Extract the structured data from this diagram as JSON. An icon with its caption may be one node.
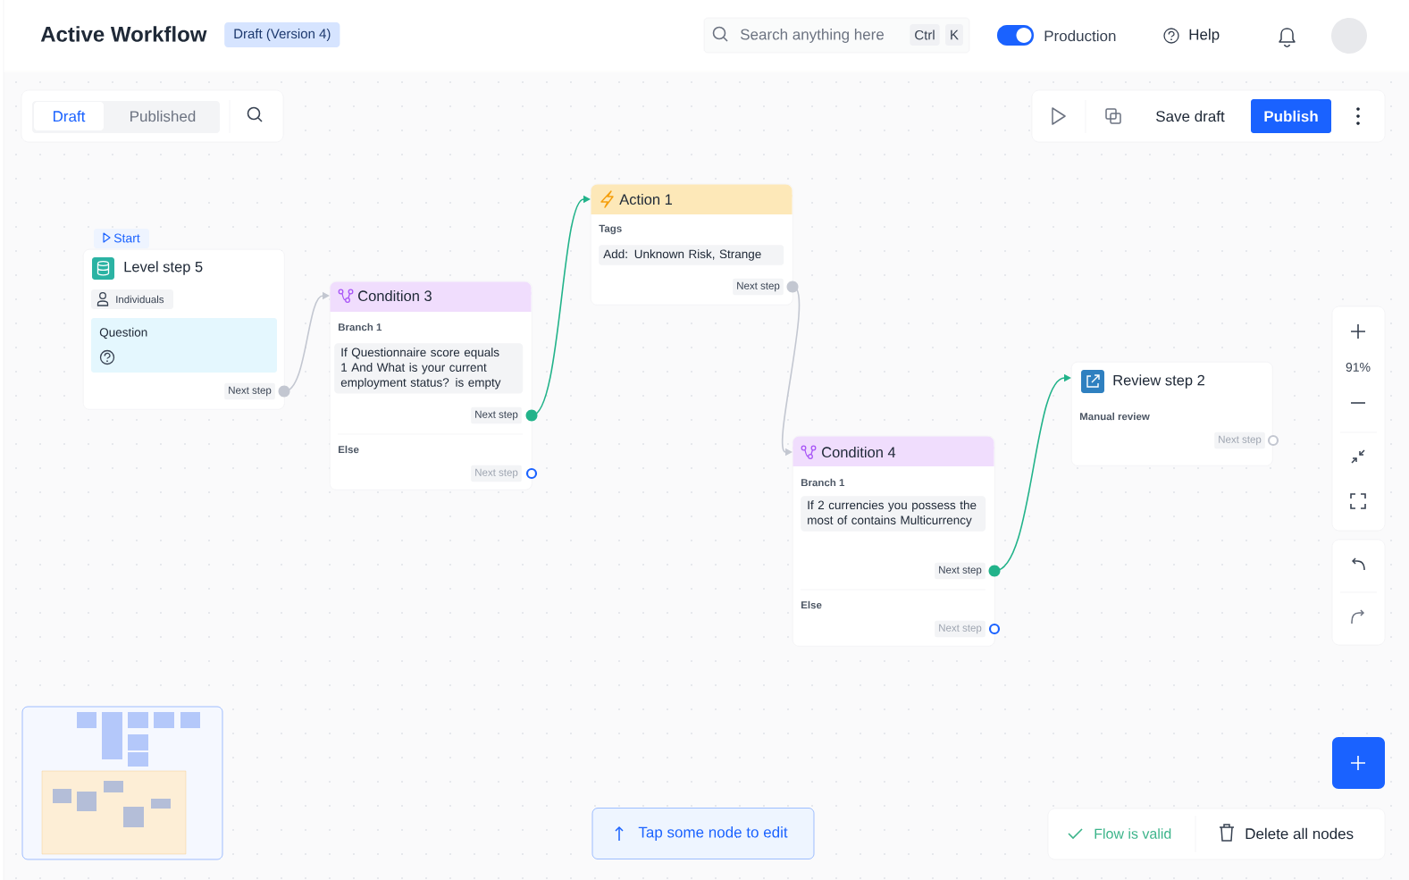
{
  "diagram": {
    "title": "Active Workflow",
    "nodes": [
      {
        "text": [
          "Level step 5",
          "Individuals",
          "Question",
          "Next step"
        ],
        "beside": [
          "Start"
        ]
      },
      {
        "text": [
          "Condition 3",
          "Branch 1",
          "If Questionnaire score equals 1 And What is your current employment status? is empty",
          "Next step",
          "Else",
          "Next step"
        ]
      },
      {
        "text": [
          "Action 1",
          "Tags",
          "Add: Unknown Risk, Strange",
          "Next step"
        ]
      },
      {
        "text": [
          "Condition 4",
          "Branch 1",
          "If 2 currencies you possess the most of contains Multicurrency",
          "Next step",
          "Else",
          "Next step"
        ]
      },
      {
        "text": [
          "Review step 2",
          "Manual review",
          "Next step"
        ]
      }
    ],
    "edges": [
      {
        "from": 0,
        "to": 1,
        "arrow": "to",
        "color": "#c3c7d1"
      },
      {
        "from": 1,
        "to": 2,
        "arrow": "to",
        "color": "#22b38a"
      },
      {
        "from": 2,
        "to": 3,
        "arrow": "to",
        "color": "#c3c7d1"
      },
      {
        "from": 3,
        "to": 4,
        "arrow": "to",
        "color": "#22b38a"
      }
    ],
    "labels": [
      "Draft (Version 4)",
      "Search anything here",
      "Ctrl",
      "K",
      "Production",
      "Help",
      "Draft",
      "Published",
      "Save draft",
      "Publish",
      "91%",
      "Tap some node to edit",
      "Flow is valid",
      "Delete all nodes"
    ]
  }
}
